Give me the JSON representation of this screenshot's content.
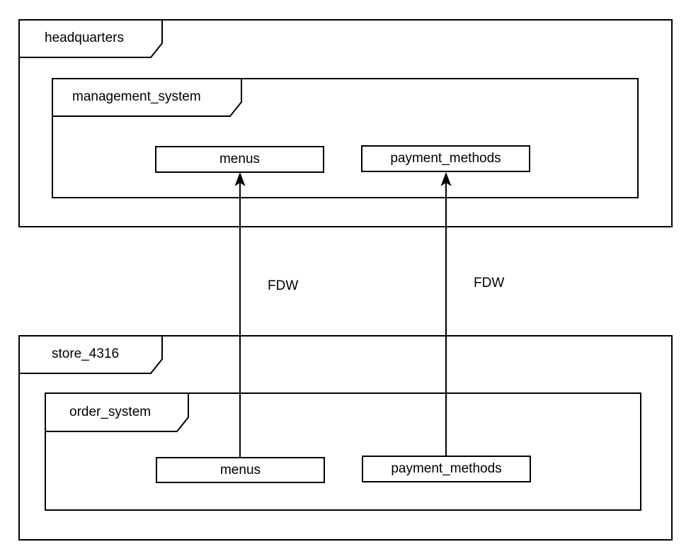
{
  "colors": {
    "stroke": "#000000",
    "background": "#ffffff"
  },
  "diagram": {
    "top_package": {
      "label": "headquarters",
      "inner_package": {
        "label": "management_system",
        "tables": [
          "menus",
          "payment_methods"
        ]
      }
    },
    "bottom_package": {
      "label": "store_4316",
      "inner_package": {
        "label": "order_system",
        "tables": [
          "menus",
          "payment_methods"
        ]
      }
    },
    "connections": [
      {
        "from": "order_system.menus",
        "to": "management_system.menus",
        "label": "FDW"
      },
      {
        "from": "order_system.payment_methods",
        "to": "management_system.payment_methods",
        "label": "FDW"
      }
    ]
  }
}
